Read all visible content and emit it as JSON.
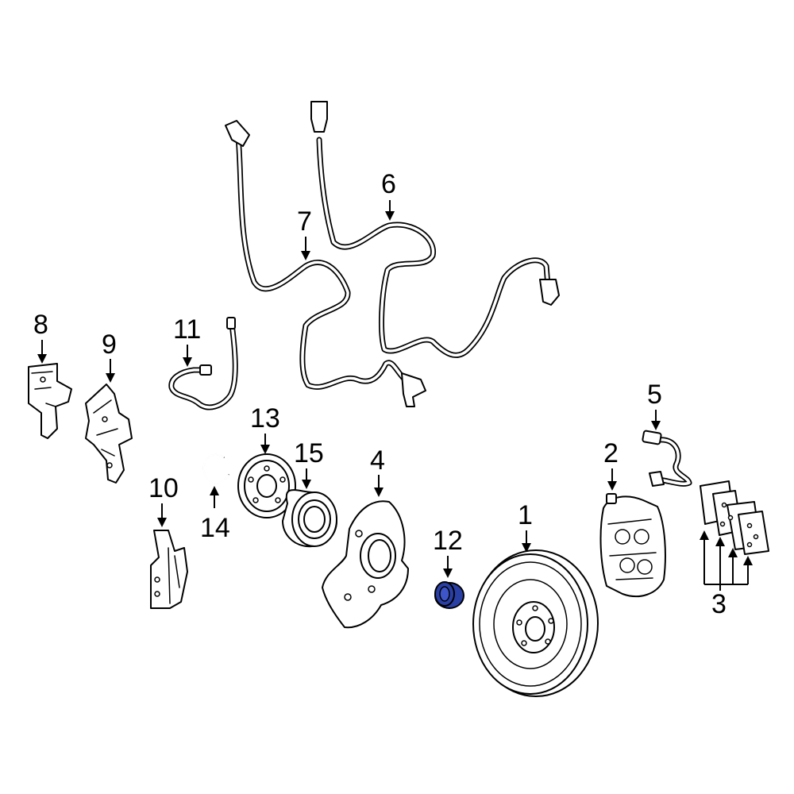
{
  "callouts": {
    "c1": "1",
    "c2": "2",
    "c3": "3",
    "c4": "4",
    "c5": "5",
    "c6": "6",
    "c7": "7",
    "c8": "8",
    "c9": "9",
    "c10": "10",
    "c11": "11",
    "c12": "12",
    "c13": "13",
    "c14": "14",
    "c15": "15"
  },
  "colors": {
    "highlighted_part": "#2a3fa6",
    "line": "#000000",
    "background": "#ffffff"
  },
  "highlighted_callout": "12"
}
